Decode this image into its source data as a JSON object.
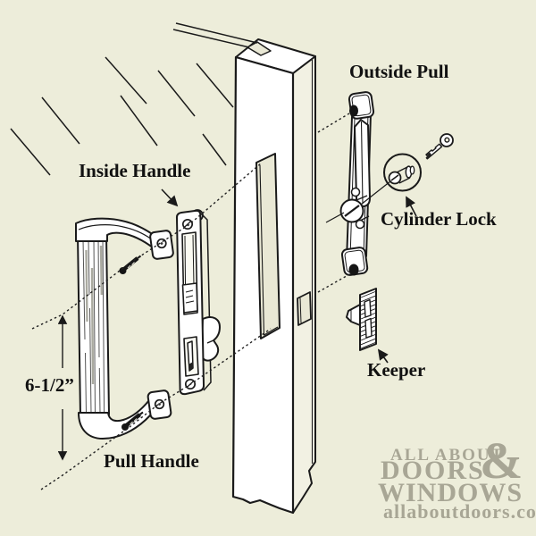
{
  "page": {
    "background_color": "#ededda",
    "line_color": "#1a1a1a"
  },
  "diagram": {
    "description": "Exploded parts diagram of a sliding glass door handle set on a door stile",
    "labels": {
      "inside_handle": "Inside Handle",
      "outside_pull": "Outside Pull",
      "cylinder_lock": "Cylinder Lock",
      "keeper": "Keeper",
      "pull_handle": "Pull Handle",
      "dimension": "6-1/2”"
    },
    "parts": [
      "Inside Handle",
      "Outside Pull",
      "Cylinder Lock",
      "Keeper",
      "Pull Handle"
    ],
    "dimension_value": "6-1/2”"
  },
  "watermark": {
    "line1": "ALL ABOUT",
    "ampersand": "&",
    "line2": "DOORS",
    "line3": "WINDOWS",
    "url": "allaboutdoors.com",
    "color": "#a8a695"
  }
}
